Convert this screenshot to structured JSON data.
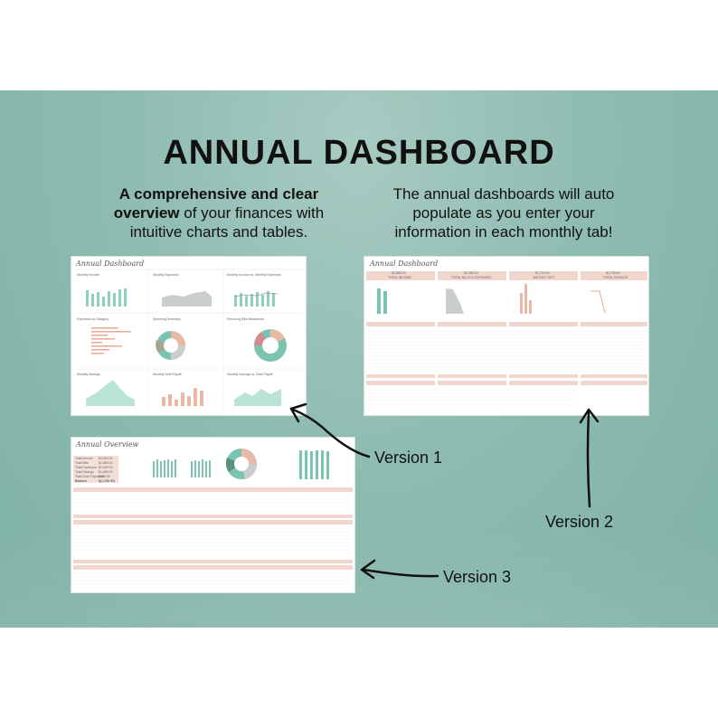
{
  "heading": "ANNUAL DASHBOARD",
  "left_blurb": {
    "bold1": "A comprehensive and clear",
    "bold2": "overview",
    "rest1": " of your finances with",
    "rest2": "intuitive charts and tables."
  },
  "right_blurb": {
    "line1": "The annual dashboards will auto",
    "line2": "populate as you enter your",
    "line3": "information in each monthly tab!"
  },
  "versions": {
    "v1": "Version 1",
    "v2": "Version 2",
    "v3": "Version 3"
  },
  "thumbnails": {
    "v1_title": "Annual Dashboard",
    "v2_title": "Annual Dashboard",
    "v3_title": "Annual Overview",
    "v1_panels": [
      "Monthly Income",
      "Monthly Expenses",
      "Monthly Income vs. Monthly Expenses",
      "Expenses by Category",
      "Spending Summary",
      "Recurring Bills Breakdown",
      "Monthly Savings",
      "Monthly Debt Payoff",
      "Monthly Savings vs. Debt Payoff"
    ],
    "v2_totals": [
      "TOTAL INCOME",
      "TOTAL BILLS & EXPENSES",
      "AMOUNT LEFT",
      "TOTAL SAVINGS"
    ],
    "v2_total_values": [
      "$3,880.00",
      "$3,080.00",
      "$1,700.00",
      "$1,700.00"
    ],
    "v3_summary": [
      "Total Income",
      "Total Bills",
      "Total Expenses",
      "Total Savings",
      "Total Debt Payments",
      "Balance"
    ],
    "v3_summary_values": [
      "$4,320.00",
      "$1,680.00",
      "$1,900.00",
      "$1,080.00",
      "$600.00",
      "$(1,780.00)"
    ]
  },
  "colors": {
    "banner": "#8fbcb1",
    "teal": "#7cc4b2",
    "peach": "#e8b9a4",
    "header": "#f0d6cc",
    "arrow": "#111111"
  }
}
